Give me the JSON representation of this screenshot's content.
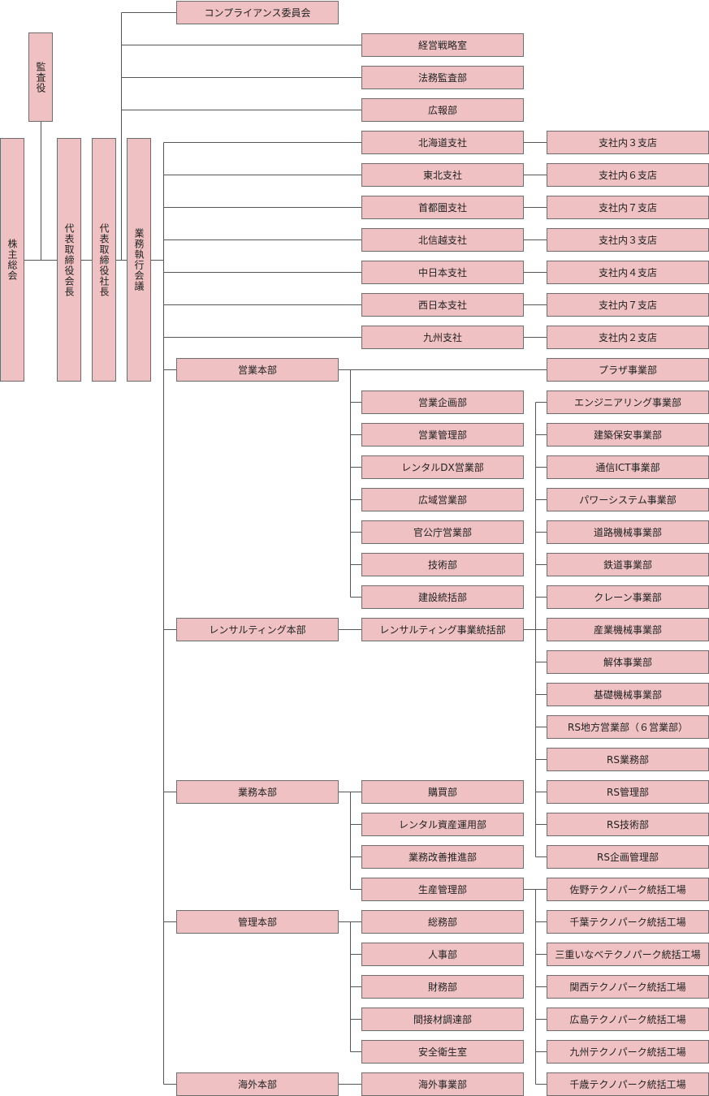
{
  "top": {
    "shareholders": "株主総会",
    "auditor": "監査役",
    "chairman": "代表取締役会長",
    "president": "代表取締役社長",
    "exec_council": "業務執行会議"
  },
  "staff": [
    "コンプライアンス委員会",
    "経営戦略室",
    "法務監査部",
    "広報部"
  ],
  "branches": [
    {
      "name": "北海道支社",
      "sub": "支社内３支店"
    },
    {
      "name": "東北支社",
      "sub": "支社内６支店"
    },
    {
      "name": "首都圏支社",
      "sub": "支社内７支店"
    },
    {
      "name": "北信越支社",
      "sub": "支社内３支店"
    },
    {
      "name": "中日本支社",
      "sub": "支社内４支店"
    },
    {
      "name": "西日本支社",
      "sub": "支社内７支店"
    },
    {
      "name": "九州支社",
      "sub": "支社内２支店"
    }
  ],
  "sales": {
    "name": "営業本部",
    "right": "プラザ事業部",
    "depts": [
      "営業企画部",
      "営業管理部",
      "レンタルDX営業部",
      "広域営業部",
      "官公庁営業部",
      "技術部",
      "建設統括部"
    ]
  },
  "rental": {
    "name": "レンサルティング本部",
    "hub": "レンサルティング事業統括部",
    "divisions": [
      "エンジニアリング事業部",
      "建築保安事業部",
      "通信ICT事業部",
      "パワーシステム事業部",
      "道路機械事業部",
      "鉄道事業部",
      "クレーン事業部",
      "産業機械事業部",
      "解体事業部",
      "基礎機械事業部",
      "RS地方営業部（６営業部）",
      "RS業務部",
      "RS管理部",
      "RS技術部",
      "RS企画管理部"
    ]
  },
  "ops": {
    "name": "業務本部",
    "depts": [
      "購買部",
      "レンタル資産運用部",
      "業務改善推進部",
      "生産管理部"
    ],
    "factories": [
      "佐野テクノパーク統括工場",
      "千葉テクノパーク統括工場",
      "三重いなべテクノパーク統括工場",
      "関西テクノパーク統括工場",
      "広島テクノパーク統括工場",
      "九州テクノパーク統括工場",
      "千歳テクノパーク統括工場"
    ]
  },
  "admin": {
    "name": "管理本部",
    "depts": [
      "総務部",
      "人事部",
      "財務部",
      "間接材調達部",
      "安全衛生室"
    ]
  },
  "overseas": {
    "name": "海外本部",
    "dept": "海外事業部"
  }
}
